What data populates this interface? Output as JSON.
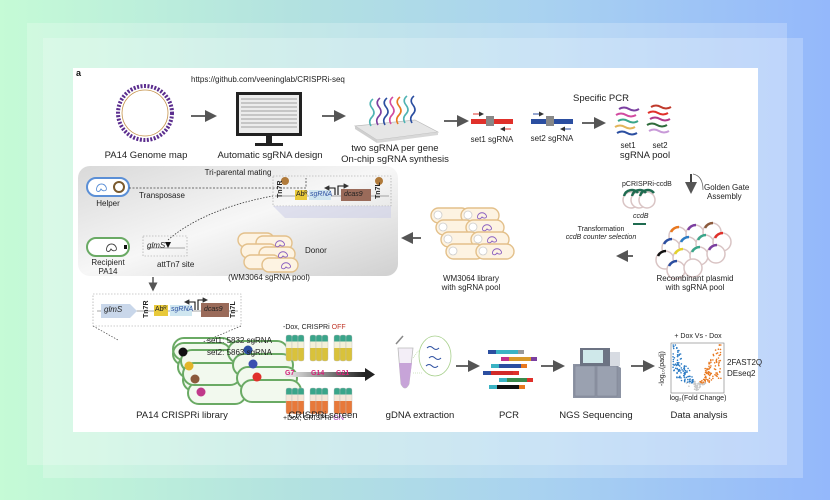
{
  "figure": {
    "panel_letter": "a",
    "url": "https://github.com/veeninglab/CRISPRi-seq",
    "top_row": {
      "genome_map": "PA14 Genome map",
      "sgrna_design": "Automatic sgRNA design",
      "chip_line1": "two sgRNA per gene",
      "chip_line2": "On-chip sgRNA synthesis",
      "set1": "set1 sgRNA",
      "set2": "set2 sgRNA",
      "specific_pcr": "Specific PCR",
      "pool_set1": "set1",
      "pool_set2": "set2",
      "pool_label": "sgRNA pool"
    },
    "middle_row": {
      "triparental": "Tri-parental mating",
      "helper": "Helper",
      "transposase": "Transposase",
      "recipient_line1": "Recipient",
      "recipient_line2": "PA14",
      "glms": "glmS",
      "atttn7": "attTn7 site",
      "tn7r": "Tn7R",
      "abr": "Abᴿ",
      "sgrna": "sgRNA",
      "dcas9": "dcas9",
      "tn7l": "Tn7L",
      "donor": "Donor",
      "donor_pool": "(WM3064 sgRNA pool)",
      "pcrispri": "pCRISPRi-ccdB",
      "ccdb": "ccdB",
      "golden_gate_line1": "Golden Gate",
      "golden_gate_line2": "Assembly",
      "transformation_line1": "Transformation",
      "transformation_line2": "ccdB counter selection",
      "wm3064_line1": "WM3064 library",
      "wm3064_line2": "with sgRNA pool",
      "recomb_line1": "Recombinant plasmid",
      "recomb_line2": "with sgRNA pool"
    },
    "bottom_row": {
      "glms": "glmS",
      "tn7r": "Tn7R",
      "abr": "Abᴿ",
      "sgrna": "sgRNA",
      "dcas9": "dcas9",
      "tn7l": "Tn7L",
      "set1_count": "set1: 5832 sgRNA",
      "set2_count": "set2: 5863 sgRNA",
      "library": "PA14 CRISPRi library",
      "minus_dox_prefix": "-Dox, CRISPRi ",
      "minus_dox_state": "OFF",
      "plus_dox_prefix": "+Dox, CRISPRi ",
      "plus_dox_state": "ON",
      "generations": [
        "G7",
        "G14",
        "G21"
      ],
      "screen": "CRISPRi screen",
      "gdna": "gDNA extraction",
      "pcr": "PCR",
      "ngs": "NGS Sequencing",
      "volcano_title": "+ Dox Vs - Dox",
      "volcano_y": "-log₁₀(padj)",
      "volcano_x": "log₂(Fold Change)",
      "tool1": "2FAST2Q",
      "tool2": "DEseq2",
      "analysis": "Data analysis"
    },
    "colors": {
      "off": "#c0392b",
      "on": "#a63fb5",
      "generation": "#d6247a",
      "set1": "#e0302a",
      "set2": "#2b4ea0",
      "volcano_down": "#2b7bc4",
      "volcano_up": "#e8781f"
    }
  }
}
